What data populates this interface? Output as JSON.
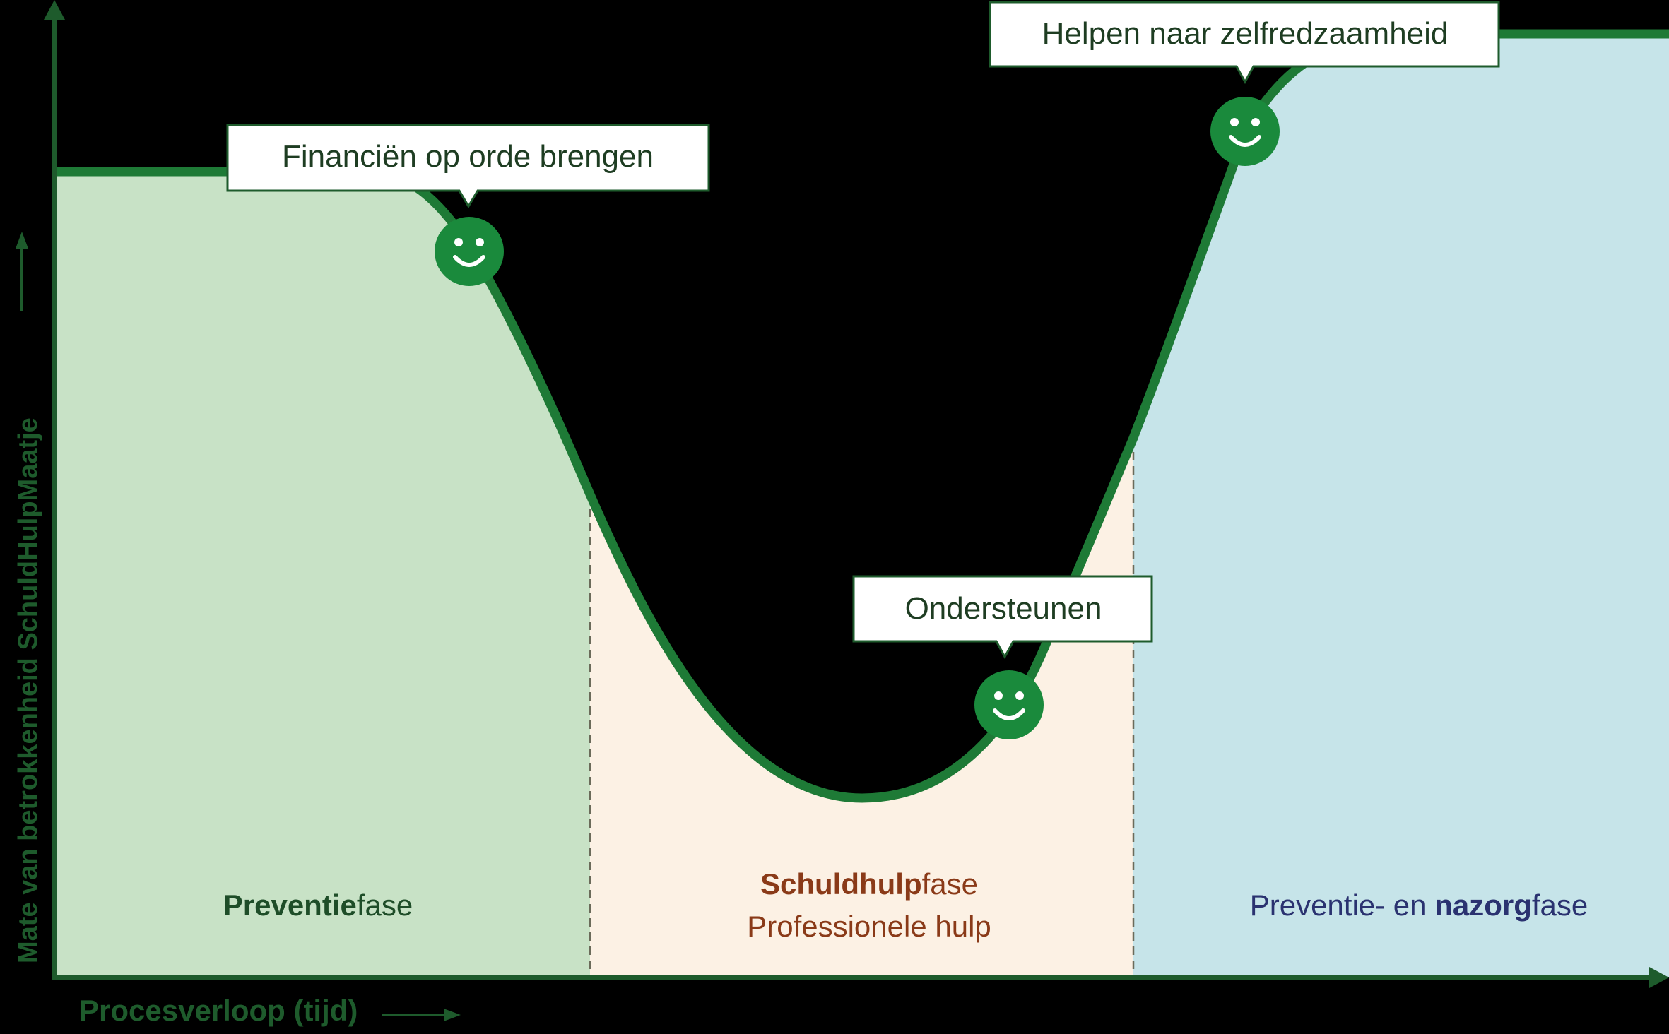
{
  "axes": {
    "y_label": "Mate van betrokkenheid SchuldHulpMaatje",
    "x_label": "Procesverloop (tijd)"
  },
  "phases": [
    {
      "bold": "Preventie",
      "regular": "fase",
      "subline": ""
    },
    {
      "bold": "Schuldhulp",
      "regular": "fase",
      "subline": "Professionele hulp"
    },
    {
      "prefix": "Preventie- en ",
      "bold": "nazorg",
      "regular": "fase"
    }
  ],
  "callouts": [
    {
      "label": "Financiën op orde brengen",
      "icon": "smiley-icon"
    },
    {
      "label": "Ondersteunen",
      "icon": "smiley-icon"
    },
    {
      "label": "Helpen naar zelfredzaamheid",
      "icon": "smiley-icon"
    }
  ],
  "colors": {
    "background": "#000000",
    "curve": "#1e7a36",
    "axis": "#1e5b2c",
    "preventie_fill": "#c8e2c6",
    "schuldhulp_fill": "#fcf1e4",
    "nazorg_fill": "#c6e4e9",
    "preventie_text": "#1e4d28",
    "schuldhulp_text": "#8a3a18",
    "nazorg_text": "#2a3270",
    "marker": "#1a8a3c",
    "callout_border": "#1e5b2c",
    "callout_text": "#1e3d22"
  }
}
